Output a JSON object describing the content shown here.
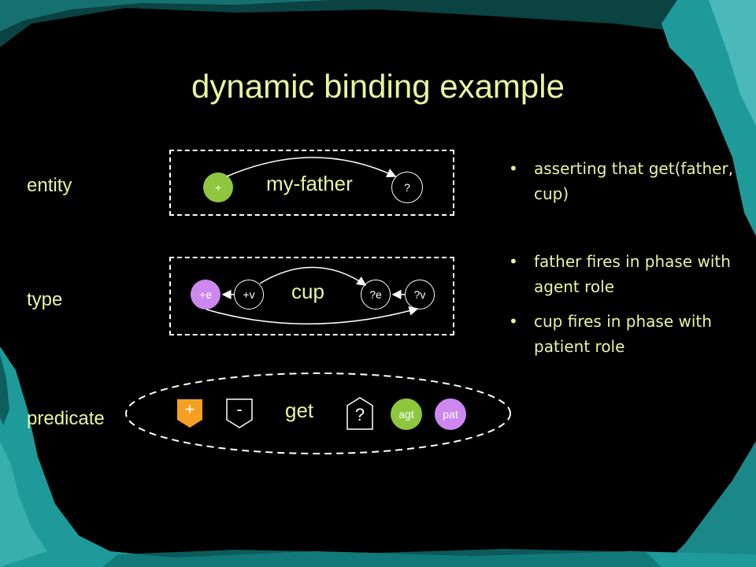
{
  "title": "dynamic binding example",
  "rows": {
    "entity": {
      "label": "entity",
      "node_plus": "+",
      "name": "my-father",
      "node_q": "?"
    },
    "type": {
      "label": "type",
      "node_plus_e": "+e",
      "node_plus_v": "+v",
      "name": "cup",
      "node_q_e": "?e",
      "node_q_v": "?v"
    },
    "predicate": {
      "label": "predicate",
      "plus": "+",
      "minus": "-",
      "name": "get",
      "q": "?",
      "agt": "agt",
      "pat": "pat"
    }
  },
  "bullets": [
    {
      "text": "asserting that get(father, cup)"
    },
    {
      "text": "father fires in phase with agent role"
    },
    {
      "text": "cup fires in phase with patient role"
    }
  ],
  "colors": {
    "text": "#e8f5a0",
    "green": "#8ec63f",
    "pink": "#cc88ee",
    "orange": "#f5a020",
    "teal": "#1f9a9a"
  }
}
